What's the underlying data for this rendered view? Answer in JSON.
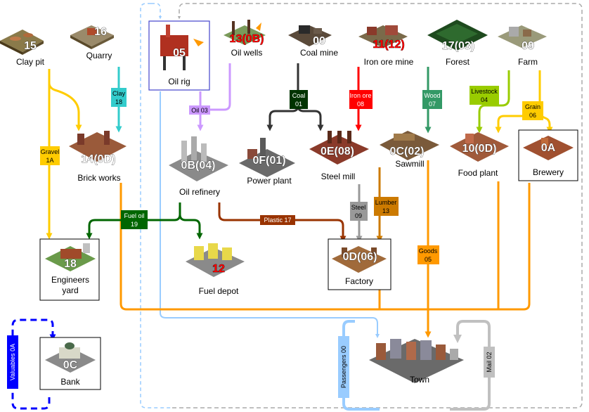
{
  "industries": {
    "clay_pit": {
      "id": "15",
      "name": "Clay pit"
    },
    "quarry": {
      "id": "16",
      "name": "Quarry"
    },
    "oil_rig": {
      "id": "05",
      "name": "Oil rig"
    },
    "oil_wells": {
      "id": "13(0B)",
      "name": "Oil wells"
    },
    "coal_mine": {
      "id": "00",
      "name": "Coal mine"
    },
    "iron_ore_mine": {
      "id": "11(12)",
      "name": "Iron ore mine"
    },
    "forest": {
      "id": "17(03)",
      "name": "Forest"
    },
    "farm": {
      "id": "09",
      "name": "Farm"
    },
    "brick_works": {
      "id": "14(0D)",
      "name": "Brick works"
    },
    "oil_refinery": {
      "id": "0B(04)",
      "name": "Oil refinery"
    },
    "power_plant": {
      "id": "0F(01)",
      "name": "Power plant"
    },
    "steel_mill": {
      "id": "0E(08)",
      "name": "Steel mill"
    },
    "sawmill": {
      "id": "0C(02)",
      "name": "Sawmill"
    },
    "food_plant": {
      "id": "10(0D)",
      "name": "Food plant"
    },
    "brewery": {
      "id": "0A",
      "name": "Brewery"
    },
    "engineers_yard": {
      "id": "18",
      "name": "Engineers yard"
    },
    "fuel_depot": {
      "id": "12",
      "name": "Fuel depot"
    },
    "factory": {
      "id": "0D(06)",
      "name": "Factory"
    },
    "bank": {
      "id": "0C",
      "name": "Bank"
    },
    "town": {
      "name": "Town"
    }
  },
  "cargo": {
    "clay": {
      "name": "Clay",
      "code": "18"
    },
    "gravel": {
      "name": "Gravel",
      "code": "1A"
    },
    "oil": {
      "name": "Oil",
      "code": "03"
    },
    "coal": {
      "name": "Coal",
      "code": "01"
    },
    "iron_ore": {
      "name": "Iron ore",
      "code": "08"
    },
    "wood": {
      "name": "Wood",
      "code": "07"
    },
    "livestock": {
      "name": "Livestock",
      "code": "04"
    },
    "grain": {
      "name": "Grain",
      "code": "06"
    },
    "fuel_oil": {
      "name": "Fuel oil",
      "code": "19"
    },
    "plastic": {
      "label": "Plastic 17"
    },
    "steel": {
      "name": "Steel",
      "code": "09"
    },
    "lumber": {
      "name": "Lumber",
      "code": "13"
    },
    "goods": {
      "name": "Goods",
      "code": "05"
    },
    "passengers": {
      "label": "Passengers 00"
    },
    "mail": {
      "label": "Mail 02"
    },
    "valuables": {
      "label": "Valuables 0A"
    }
  },
  "colors": {
    "clay": "#33cccc",
    "gravel": "#ffcc00",
    "oil": "#cc99ff",
    "coal": "#333333",
    "iron_ore": "#ff0000",
    "wood": "#339966",
    "livestock": "#99cc00",
    "grain": "#ffcc00",
    "fuel_oil": "#006600",
    "plastic": "#993300",
    "steel": "#999999",
    "lumber": "#cc7a00",
    "goods": "#ff9900",
    "passengers": "#99ccff",
    "mail": "#c0c0c0",
    "valuables": "#0000ff",
    "id_white": "#ffffff",
    "id_red": "#ff0000"
  }
}
